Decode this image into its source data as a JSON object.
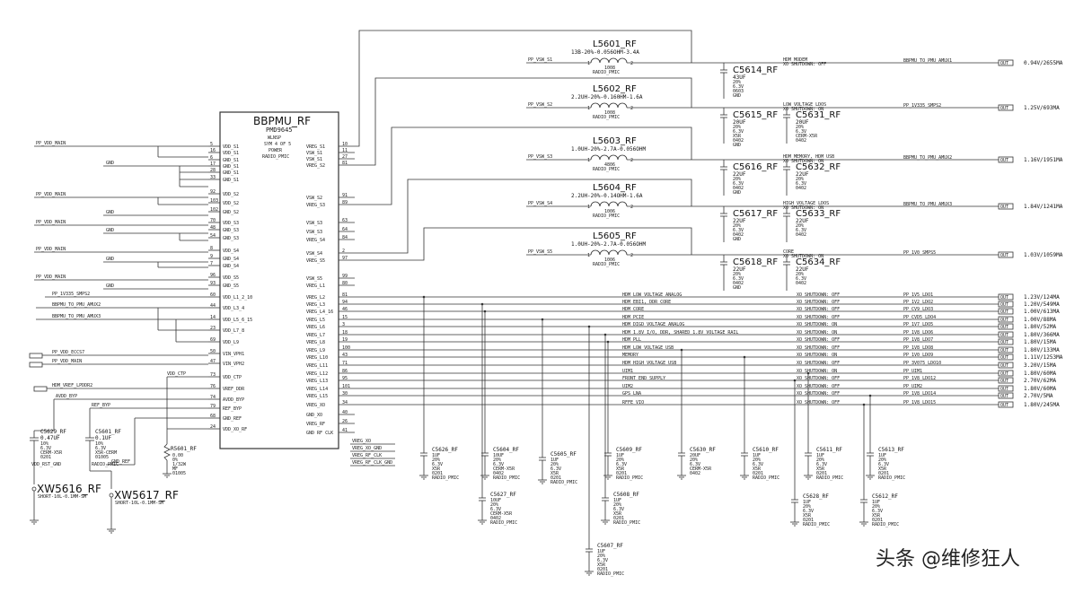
{
  "chip": {
    "name": "BBPMU_RF",
    "part": "PMD9645",
    "pkg": "WLNSP",
    "sym": "SYM 4 OF 5",
    "func": "POWER",
    "group": "RADIO_PMIC",
    "left_pins": [
      {
        "num": "5",
        "name": "VDD_S1"
      },
      {
        "num": "16",
        "name": "VDD_S1"
      },
      {
        "num": "6",
        "name": "GND_S1"
      },
      {
        "num": "17",
        "name": "GND_S1"
      },
      {
        "num": "28",
        "name": "GND_S1"
      },
      {
        "num": "33",
        "name": "GND_S1"
      },
      {
        "num": "92",
        "name": "VDD_S2"
      },
      {
        "num": "103",
        "name": "VDD_S2"
      },
      {
        "num": "102",
        "name": "GND_S2"
      },
      {
        "num": "70",
        "name": "VDD_S3"
      },
      {
        "num": "48",
        "name": "GND_S3"
      },
      {
        "num": "54",
        "name": "GND_S3"
      },
      {
        "num": "8",
        "name": "VDD_S4"
      },
      {
        "num": "9",
        "name": "GND_S4"
      },
      {
        "num": "7",
        "name": "GND_S4"
      },
      {
        "num": "96",
        "name": "VDD_S5"
      },
      {
        "num": "93",
        "name": "GND_S5"
      },
      {
        "num": "60",
        "name": "VDD_L1_2_10"
      },
      {
        "num": "44",
        "name": "VDD_L3_4"
      },
      {
        "num": "14",
        "name": "VDD_L5_6_15"
      },
      {
        "num": "23",
        "name": "VDD_L7_8"
      },
      {
        "num": "69",
        "name": "VDD_L9"
      },
      {
        "num": "50",
        "name": "VIN_VPH1"
      },
      {
        "num": "47",
        "name": "VIN_VPH2"
      },
      {
        "num": "73",
        "name": "VDD_CTP"
      },
      {
        "num": "76",
        "name": "VREF_DDR"
      },
      {
        "num": "74",
        "name": "AVDD_BYP"
      },
      {
        "num": "79",
        "name": "REF_BYP"
      },
      {
        "num": "68",
        "name": "GND_REF"
      },
      {
        "num": "24",
        "name": "VDD_XO_RF"
      }
    ],
    "right_pins": [
      {
        "num": "10",
        "name": "VREG_S1"
      },
      {
        "num": "11",
        "name": "VSW_S1"
      },
      {
        "num": "27",
        "name": "VSW_S1"
      },
      {
        "num": "81",
        "name": "VREG_S2"
      },
      {
        "num": "91",
        "name": "VSW_S2"
      },
      {
        "num": "89",
        "name": "VREG_S3"
      },
      {
        "num": "63",
        "name": "VSW_S3"
      },
      {
        "num": "64",
        "name": "VSW_S3"
      },
      {
        "num": "84",
        "name": "VREG_S4"
      },
      {
        "num": "2",
        "name": "VSW_S4"
      },
      {
        "num": "97",
        "name": "VREG_S5"
      },
      {
        "num": "99",
        "name": "VSW_S5"
      },
      {
        "num": "80",
        "name": "VREG_L1"
      },
      {
        "num": "81",
        "name": "VREG_L2"
      },
      {
        "num": "94",
        "name": "VREG_L3"
      },
      {
        "num": "46",
        "name": "VREG_L4_16"
      },
      {
        "num": "15",
        "name": "VREG_L5"
      },
      {
        "num": "3",
        "name": "VREG_L6"
      },
      {
        "num": "18",
        "name": "VREG_L7"
      },
      {
        "num": "19",
        "name": "VREG_L8"
      },
      {
        "num": "100",
        "name": "VREG_L9"
      },
      {
        "num": "43",
        "name": "VREG_L10"
      },
      {
        "num": "71",
        "name": "VREG_L11"
      },
      {
        "num": "86",
        "name": "VREG_L12"
      },
      {
        "num": "95",
        "name": "VREG_L13"
      },
      {
        "num": "101",
        "name": "VREG_L14"
      },
      {
        "num": "30",
        "name": "VREG_L15"
      },
      {
        "num": "34",
        "name": "VREG_XO"
      },
      {
        "num": "40",
        "name": "GND_XO"
      },
      {
        "num": "26",
        "name": "VREG_RF"
      },
      {
        "num": "41",
        "name": "GND RF CLK"
      }
    ]
  },
  "left_nets": {
    "vdd_main": "PP_VDD_MAIN",
    "gnd": "GND",
    "pp_1v335": "PP_1V335_SMPS2",
    "bbpmu_ams2": "BBPMU_TO_PMU_AMUX2",
    "bbpmu_ams3": "BBPMU_TO_PMU_AMUX3",
    "vdd_ecc": "PP_VDD_ECCS7",
    "vdd_main2": "PP_VDD_MAIN",
    "vref_lpddr": "HDM_VREF_LPDDR2",
    "avdd_byp": "AVDD_BYP",
    "ref_byp": "REF_BYP",
    "gnd_ref": "GND_REF",
    "vdd_ctp": "VDD_CTP",
    "vreg_xo": "VREG_XO",
    "vreg_xo_gnd": "VREG_XO_GND",
    "vreg_rf_clk": "VREG_RF_CLK",
    "vreg_rf_clk_gnd": "VREG_RF_CLK_GND"
  },
  "inductors": [
    {
      "ref": "L5601_RF",
      "spec": "13B-20%-0.056OHM-3.4A",
      "pkg": "1008",
      "group": "RADIO_PMIC",
      "net": "PP_VSW_S1"
    },
    {
      "ref": "L5602_RF",
      "spec": "2.2UH-20%-0.160HM-1.6A",
      "pkg": "1008",
      "group": "RADIO_PMIC",
      "net": "PP_VSW_S2"
    },
    {
      "ref": "L5603_RF",
      "spec": "1.0UH-20%-2.7A-0.056OHM",
      "pkg": "4806",
      "group": "RADIO_PMIC",
      "net": "PP_VSW_S3"
    },
    {
      "ref": "L5604_RF",
      "spec": "2.2UH-20%-0.14OHM-1.6A",
      "pkg": "1006",
      "group": "RADIO_PMIC",
      "net": "PP_VSW_S4"
    },
    {
      "ref": "L5605_RF",
      "spec": "1.0UH-20%-2.7A-0.056OHM",
      "pkg": "1006",
      "group": "RADIO_PMIC",
      "net": "PP_VSW_S5"
    }
  ],
  "out_caps": [
    {
      "ref": "C5614_RF",
      "val": "43UF",
      "desc": "20% 6.3V 0603 GND"
    },
    {
      "ref": "C5615_RF",
      "val": "20UF",
      "desc": "20% 6.3V X5R 0402 GND"
    },
    {
      "ref": "C5631_RF",
      "val": "20UF",
      "desc": "20% 6.3V CERM-X5R 0402"
    },
    {
      "ref": "C5616_RF",
      "val": "22UF",
      "desc": "20% 6.3V 0402 GND"
    },
    {
      "ref": "C5632_RF",
      "val": "22UF",
      "desc": "20% 6.3V 0402"
    },
    {
      "ref": "C5617_RF",
      "val": "22UF",
      "desc": "20% 6.3V 0402 GND"
    },
    {
      "ref": "C5633_RF",
      "val": "22UF",
      "desc": "20% 6.3V 0402"
    },
    {
      "ref": "C5618_RF",
      "val": "22UF",
      "desc": "20% 6.3V 0402 GND"
    },
    {
      "ref": "C5634_RF",
      "val": "22UF",
      "desc": "20% 6.3V 0402"
    }
  ],
  "smps_rails": [
    {
      "desc": "HDM MODEM",
      "note": "XO SHUTDOWN: OFF",
      "net": "BBPMU_TO_PMU_AMUX1",
      "value": "0.94V/2655MA"
    },
    {
      "desc": "LOW VOLTAGE LDOS",
      "note": "XO SHUTDOWN: ON",
      "net": "PP_1V335_SMPS2",
      "value": "1.25V/693MA"
    },
    {
      "desc": "HDM MEMORY, HDM USB",
      "note": "XO SHUTDOWN: ON",
      "net": "BBPMU_TO_PMU_AMUX2",
      "value": "1.16V/1951MA"
    },
    {
      "desc": "HIGH VOLTAGE LDOS",
      "note": "XO SHUTDOWN: ON",
      "net": "BBPMU_TO_PMU_AMUX3",
      "value": "1.84V/1241MA"
    },
    {
      "desc": "CORE",
      "note": "XO SHUTDOWN: ON",
      "net": "PP_1V0_SMPS5",
      "value": "1.03V/1059MA"
    }
  ],
  "ldo_rails": [
    {
      "desc": "HDM LOW VOLTAGE ANALOG",
      "note": "XO SHUTDOWN: OFF",
      "net": "PP_1V5_LDO1",
      "value": "1.23V/124MA"
    },
    {
      "desc": "HDM EBI1, DDR CORE",
      "note": "XO SHUTDOWN: OFF",
      "net": "PP_1V2_LDO2",
      "value": "1.20V/549MA"
    },
    {
      "desc": "HDM CORE",
      "note": "XO SHUTDOWN: OFF",
      "net": "PP_CV9_LDO3",
      "value": "1.00V/613MA"
    },
    {
      "desc": "HDM PCIE",
      "note": "XO SHUTDOWN: OFF",
      "net": "PP_CVD5_LDO4",
      "value": "1.00V/88MA"
    },
    {
      "desc": "HDM DIGD VOLTAGE ANALOG",
      "note": "XO SHUTDOWN: ON",
      "net": "PP_1V7_LDO5",
      "value": "1.80V/52MA"
    },
    {
      "desc": "HDM 1.8V I/O, DDR, SHARED 1.8V VOLTAGE RAIL",
      "note": "XO SHUTDOWN: ON",
      "net": "PP_1V8_LDO6",
      "value": "1.80V/366MA"
    },
    {
      "desc": "HDM PLL",
      "note": "XO SHUTDOWN: OFF",
      "net": "PP_1V8_LDO7",
      "value": "1.80V/15MA"
    },
    {
      "desc": "HDM LOW VOLTAGE USB",
      "note": "XO SHUTDOWN: OFF",
      "net": "PP_1V8_LDO8",
      "value": "1.80V/133MA"
    },
    {
      "desc": "MEMORY",
      "note": "XO SHUTDOWN: ON",
      "net": "PP_1V0_LDO9",
      "value": "1.11V/1253MA"
    },
    {
      "desc": "HDM HIGH VOLTAGE USB",
      "note": "XO SHUTDOWN: OFF",
      "net": "PP_3V075_LDO10",
      "value": "3.20V/15MA"
    },
    {
      "desc": "UIM1",
      "note": "XO SHUTDOWN: ON",
      "net": "PP_UIM1",
      "value": "1.80V/60MA"
    },
    {
      "desc": "FRONT END SUPPLY",
      "note": "XO SHUTDOWN: OFF",
      "net": "PP_1V8_LDO12",
      "value": "2.70V/62MA"
    },
    {
      "desc": "UIM2",
      "note": "XO SHUTDOWN: OFF",
      "net": "PP_UIM2",
      "value": "1.80V/60MA"
    },
    {
      "desc": "GPS LNA",
      "note": "XO SHUTDOWN: OFF",
      "net": "PP_1V8_LDO14",
      "value": "2.70V/5MA"
    },
    {
      "desc": "RFFE VIO",
      "note": "XO SHUTDOWN: OFF",
      "net": "PP_1V8_LDO15",
      "value": "1.80V/245MA"
    }
  ],
  "bottom_caps": [
    {
      "ref": "C5626_RF",
      "lines": [
        "1UF",
        "20%",
        "6.3V",
        "X5R",
        "0201"
      ],
      "group": "RADIO_PMIC"
    },
    {
      "ref": "C5627_RF",
      "lines": [
        "10UF",
        "20%",
        "6.3V",
        "CERM-X5R",
        "0402"
      ],
      "group": "RADIO_PMIC"
    },
    {
      "ref": "C5604_RF",
      "lines": [
        "10UF",
        "20%",
        "6.3V",
        "CERM-X5R",
        "0402"
      ],
      "group": "RADIO_PMIC"
    },
    {
      "ref": "C5605_RF",
      "lines": [
        "1UF",
        "20%",
        "6.3V",
        "X5R",
        "0201"
      ],
      "group": "RADIO_PMIC"
    },
    {
      "ref": "C5607_RF",
      "lines": [
        "1UF",
        "20%",
        "6.3V",
        "X5R",
        "0201"
      ],
      "group": "RADIO_PMIC"
    },
    {
      "ref": "C5608_RF",
      "lines": [
        "1UF",
        "20%",
        "6.3V",
        "X5R",
        "0201"
      ],
      "group": "RADIO_PMIC"
    },
    {
      "ref": "C5609_RF",
      "lines": [
        "1UF",
        "20%",
        "6.3V",
        "X5R",
        "0201"
      ],
      "group": "RADIO_PMIC"
    },
    {
      "ref": "C5630_RF",
      "lines": [
        "20UF",
        "20%",
        "6.3V",
        "CERM-X5R",
        "0402"
      ],
      "group": ""
    },
    {
      "ref": "C5610_RF",
      "lines": [
        "1UF",
        "20%",
        "6.3V",
        "X5R",
        "0201"
      ],
      "group": "RADIO_PMIC"
    },
    {
      "ref": "C5611_RF",
      "lines": [
        "1UF",
        "20%",
        "6.3V",
        "X5R",
        "0201"
      ],
      "group": "RADIO_PMIC"
    },
    {
      "ref": "C5628_RF",
      "lines": [
        "1UF",
        "20%",
        "6.3V",
        "X5R",
        "0201"
      ],
      "group": "RADIO_PMIC"
    },
    {
      "ref": "C5613_RF",
      "lines": [
        "1UF",
        "20%",
        "6.3V",
        "X5R",
        "0201"
      ],
      "group": "RADIO_PMIC"
    },
    {
      "ref": "C5612_RF",
      "lines": [
        "1UF",
        "20%",
        "6.3V",
        "X5R",
        "0201"
      ],
      "group": "RADIO_PMIC"
    }
  ],
  "left_parts": [
    {
      "ref": "C5629_RF",
      "val": "0.47UF",
      "lines": [
        "10%",
        "6.3V",
        "CERM-X5R",
        "0201"
      ],
      "group": "VDD_RST_GND"
    },
    {
      "ref": "C5601_RF",
      "val": "0.1UF",
      "lines": [
        "10%",
        "6.3V",
        "X5R-CERM",
        "01005"
      ],
      "group": "RADIO_PMIC"
    },
    {
      "ref": "R5601_RF",
      "val": "0.00",
      "lines": [
        "0%",
        "1/32W",
        "MF",
        "01005"
      ],
      "group": "RADIO_PMIC"
    },
    {
      "ref": "XW5616_RF",
      "val": "SHORT-10L-0.1MM-SM",
      "lines": [],
      "group": ""
    },
    {
      "ref": "XW5617_RF",
      "val": "SHORT-10L-0.1MM-SM",
      "lines": [],
      "group": ""
    }
  ],
  "watermark": "头条 @维修狂人"
}
